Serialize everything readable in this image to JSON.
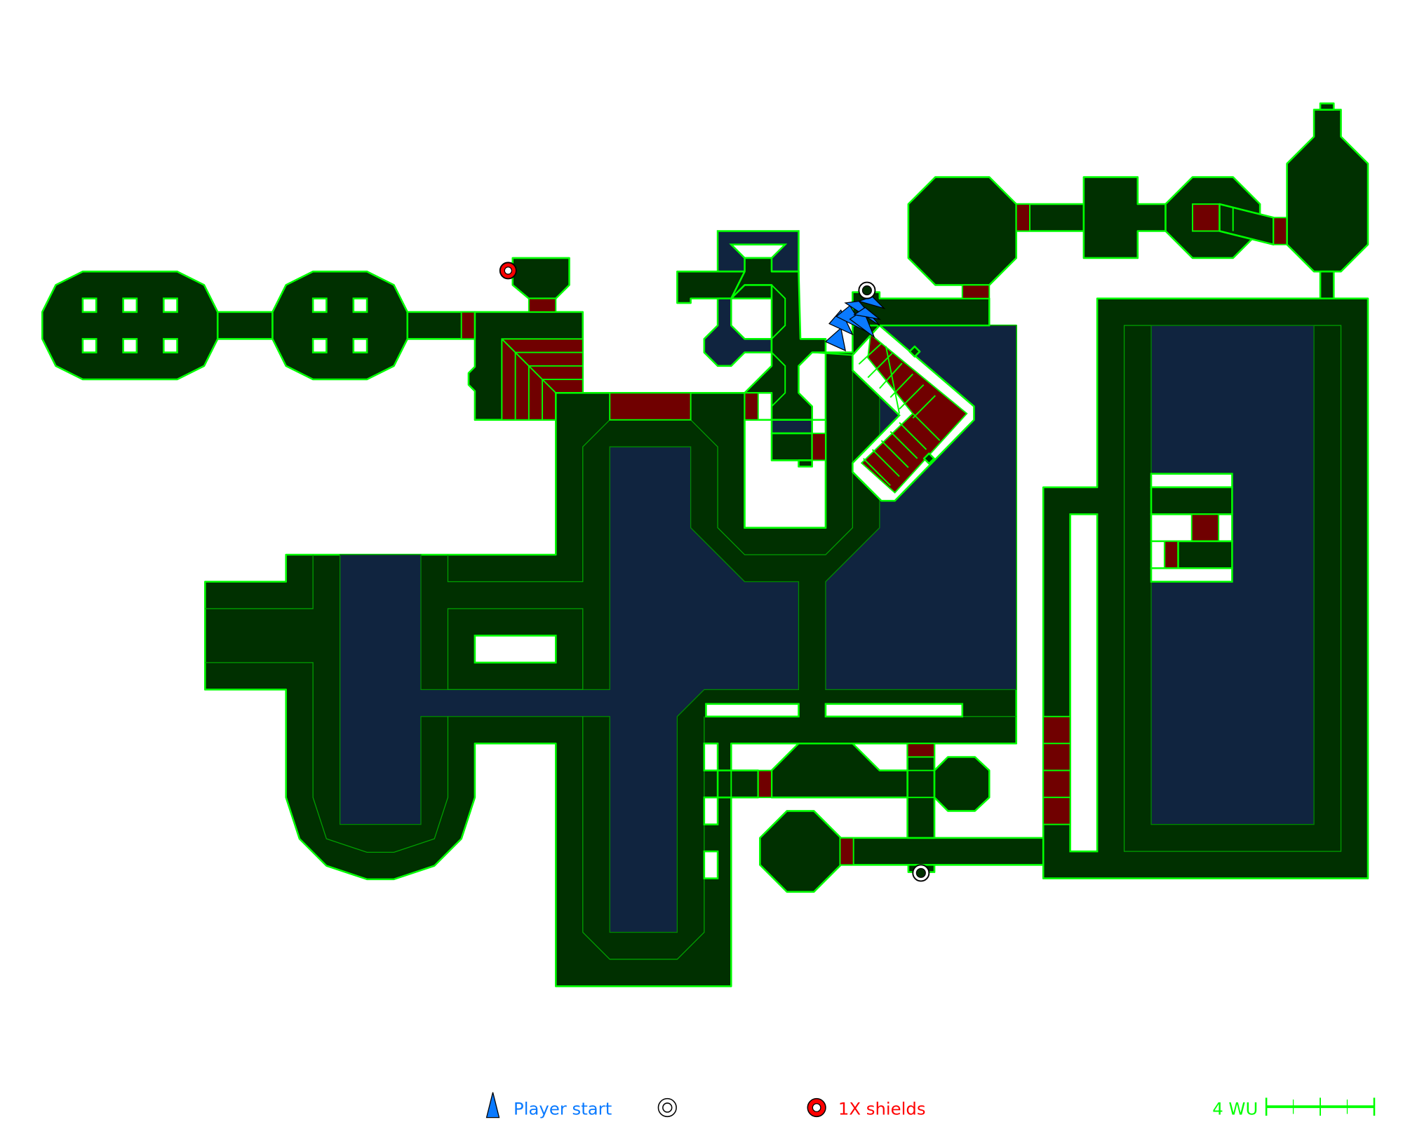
{
  "map": {
    "colors": {
      "room": "#003000",
      "outline": "#00ff00",
      "liquid": "#10243f",
      "platform": "#700000",
      "player_start": "#0a7aff",
      "shields": "#ff0000"
    }
  },
  "legend": {
    "player_start_label": "Player start",
    "item2_label": "",
    "shields_label": "1X shields",
    "scale_label": "4 WU",
    "scale_divisions": 4
  }
}
